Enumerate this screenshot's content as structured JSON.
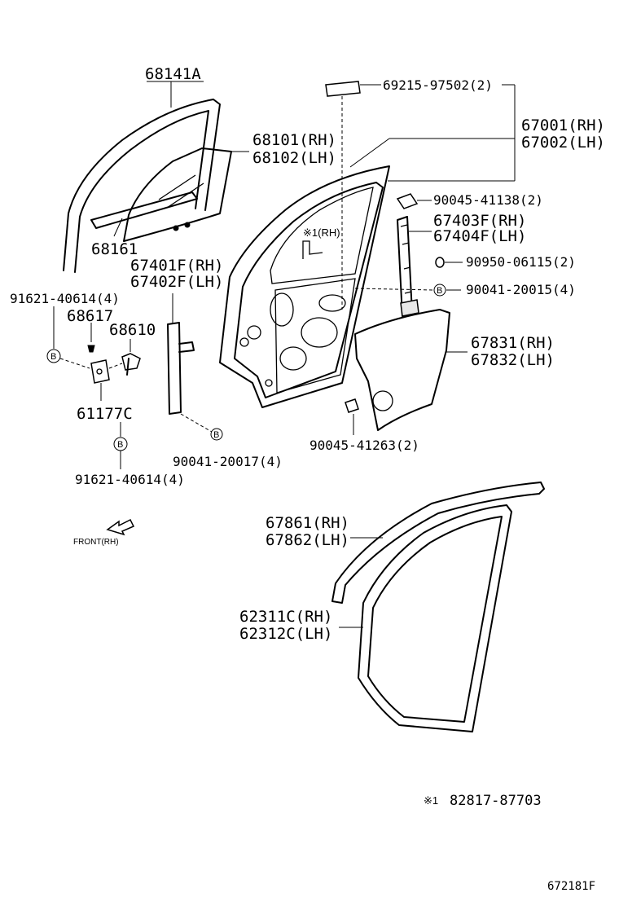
{
  "parts": {
    "p68141a": "68141A",
    "p69215": "69215-97502(2)",
    "p67001": "67001(RH)",
    "p67002": "67002(LH)",
    "p68101": "68101(RH)",
    "p68102": "68102(LH)",
    "p90045_41138": "90045-41138(2)",
    "p67403f": "67403F(RH)",
    "p67404f": "67404F(LH)",
    "p68161": "68161",
    "note_rh": "※1(RH)",
    "p67401f": "67401F(RH)",
    "p67402f": "67402F(LH)",
    "p90950": "90950-06115(2)",
    "p90041_20015": "90041-20015(4)",
    "p91621_top": "91621-40614(4)",
    "p68617": "68617",
    "p68610": "68610",
    "p67831": "67831(RH)",
    "p67832": "67832(LH)",
    "p61177c": "61177C",
    "p90045_41263": "90045-41263(2)",
    "p90041_20017": "90041-20017(4)",
    "p91621_bottom": "91621-40614(4)",
    "front_rh": "FRONT(RH)",
    "p67861": "67861(RH)",
    "p67862": "67862(LH)",
    "p62311c": "62311C(RH)",
    "p62312c": "62312C(LH)",
    "footnote_mark": "※1",
    "footnote_part": "82817-87703",
    "figure_code": "672181F"
  },
  "callout_letter": "B"
}
